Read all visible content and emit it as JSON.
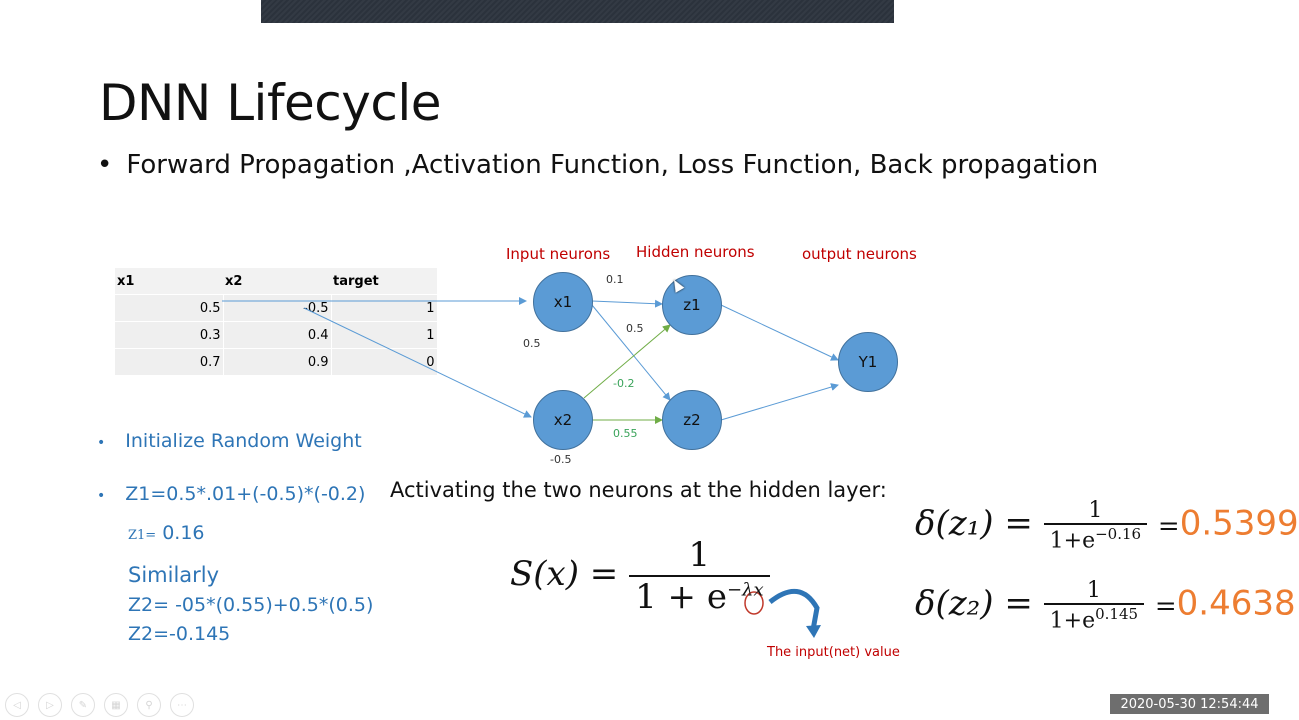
{
  "slide": {
    "title": "DNN Lifecycle",
    "bullet_main": "Forward Propagation ,Activation Function, Loss Function, Back propagation",
    "bullet_char": "•"
  },
  "table": {
    "headers": [
      "x1",
      "x2",
      "target"
    ],
    "rows": [
      [
        "0.5",
        "-0.5",
        "1"
      ],
      [
        "0.3",
        "0.4",
        "1"
      ],
      [
        "0.7",
        "0.9",
        "0"
      ]
    ]
  },
  "network": {
    "labels": {
      "input": "Input neurons",
      "hidden": "Hidden neurons",
      "output": "output neurons"
    },
    "nodes": {
      "x1": "x1",
      "x2": "x2",
      "z1": "z1",
      "z2": "z2",
      "y1": "Y1"
    },
    "weights": {
      "x1_z1": "0.1",
      "x1_z2": "0.5",
      "x2_z1": "-0.2",
      "x2_z2": "0.55",
      "x1_input": "0.5",
      "x2_input": "-0.5"
    },
    "colors": {
      "node_fill": "#5b9bd5",
      "edge_blue": "#5b9bd5",
      "edge_green": "#70ad47",
      "label_red": "#c00000"
    }
  },
  "left_notes": {
    "init": "Initialize Random Weight",
    "z1_formula": "Z1=0.5*.01+(-0.5)*(-0.2)",
    "z1_label": "Z1=",
    "z1_value": "0.16",
    "similarly": "Similarly",
    "z2_formula": "Z2= -05*(0.55)+0.5*(0.5)",
    "z2_value": "Z2=-0.145"
  },
  "activation": {
    "heading": "Activating the two neurons at the hidden layer:",
    "sigmoid_lhs": "S(x) =",
    "sigmoid_num": "1",
    "sigmoid_den_base": "1 + e",
    "sigmoid_den_exp": "−λx",
    "net_note": "The input(net) value"
  },
  "results": {
    "z1_lhs": "δ(z₁) =",
    "z1_num": "1",
    "z1_den": "1+e",
    "z1_exp": "−0.16",
    "z1_eq": "=",
    "z1_val": "0.5399",
    "z2_lhs": "δ(z₂) =",
    "z2_num": "1",
    "z2_den": "1+e",
    "z2_exp": "0.145",
    "z2_eq": "=",
    "z2_val": "0.4638",
    "value_color": "#ed7d31"
  },
  "player": {
    "controls": [
      "◁",
      "▷",
      "✎",
      "▦",
      "⚲",
      "⋯"
    ],
    "timestamp": "2020-05-30 12:54:44"
  }
}
